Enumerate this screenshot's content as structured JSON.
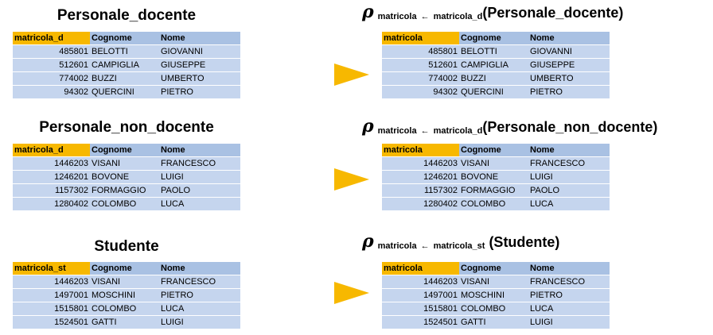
{
  "blocks": [
    {
      "left_title": "Personale_docente",
      "rho": "ρ",
      "rho_new": "matricola",
      "rho_arrow": "←",
      "rho_old": "matricola_d",
      "rho_relation": "(Personale_docente)",
      "left_headers": [
        "matricola_d",
        "Cognome",
        "Nome"
      ],
      "right_headers": [
        "matricola",
        "Cognome",
        "Nome"
      ],
      "rows": [
        [
          "485801",
          "BELOTTI",
          "GIOVANNI"
        ],
        [
          "512601",
          "CAMPIGLIA",
          "GIUSEPPE"
        ],
        [
          "774002",
          "BUZZI",
          "UMBERTO"
        ],
        [
          "94302",
          "QUERCINI",
          "PIETRO"
        ]
      ]
    },
    {
      "left_title": "Personale_non_docente",
      "rho": "ρ",
      "rho_new": "matricola",
      "rho_arrow": "←",
      "rho_old": "matricola_d",
      "rho_relation": "(Personale_non_docente)",
      "left_headers": [
        "matricola_d",
        "Cognome",
        "Nome"
      ],
      "right_headers": [
        "matricola",
        "Cognome",
        "Nome"
      ],
      "rows": [
        [
          "1446203",
          "VISANI",
          "FRANCESCO"
        ],
        [
          "1246201",
          "BOVONE",
          "LUIGI"
        ],
        [
          "1157302",
          "FORMAGGIO",
          "PAOLO"
        ],
        [
          "1280402",
          "COLOMBO",
          "LUCA"
        ]
      ]
    },
    {
      "left_title": "Studente",
      "rho": "ρ",
      "rho_new": "matricola",
      "rho_arrow": "←",
      "rho_old": "matricola_st",
      "rho_relation": "(Studente)",
      "left_headers": [
        "matricola_st",
        "Cognome",
        "Nome"
      ],
      "right_headers": [
        "matricola",
        "Cognome",
        "Nome"
      ],
      "rows": [
        [
          "1446203",
          "VISANI",
          "FRANCESCO"
        ],
        [
          "1497001",
          "MOSCHINI",
          "PIETRO"
        ],
        [
          "1515801",
          "COLOMBO",
          "LUCA"
        ],
        [
          "1524501",
          "GATTI",
          "LUIGI"
        ]
      ]
    }
  ],
  "colors": {
    "key_header": "#f7b800",
    "header": "#a9c1e3",
    "row": "#c5d5ee",
    "arrow": "#f7b800"
  }
}
